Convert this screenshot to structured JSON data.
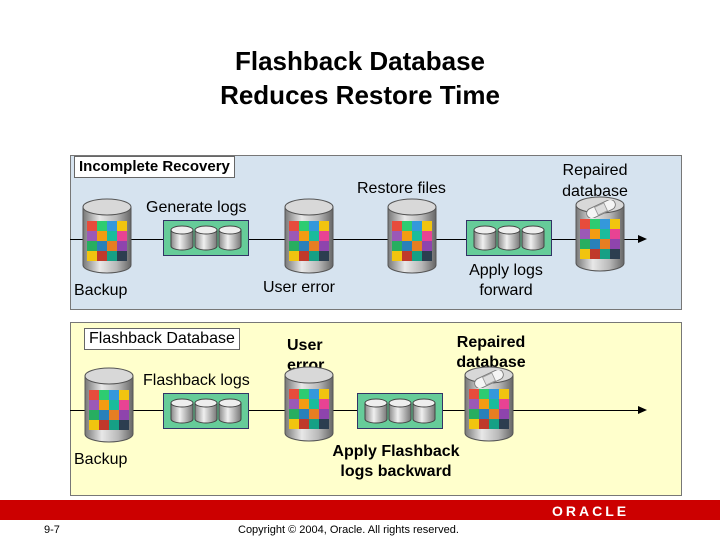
{
  "title": {
    "line1": "Flashback Database",
    "line2": "Reduces Restore Time"
  },
  "top_panel": {
    "heading": "Incomplete Recovery",
    "generate_logs": "Generate logs",
    "restore_files": "Restore files",
    "repaired_line1": "Repaired",
    "repaired_line2": "database",
    "backup": "Backup",
    "user_error": "User error",
    "apply_logs_line1": "Apply logs",
    "apply_logs_line2": "forward"
  },
  "bottom_panel": {
    "heading": "Flashback Database",
    "user_error_line1": "User",
    "user_error_line2": "error",
    "repaired_line1": "Repaired",
    "repaired_line2": "database",
    "flashback_logs": "Flashback logs",
    "backup": "Backup",
    "apply_line1": "Apply Flashback",
    "apply_line2": "logs backward"
  },
  "footer": {
    "slide_number": "9-7",
    "copyright": "Copyright © 2004, Oracle.  All rights reserved.",
    "logo": "ORACLE"
  },
  "colors": {
    "top_panel_bg": "#d6e3ef",
    "bottom_panel_bg": "#ffffcc",
    "log_strip": "#66cc99",
    "brand_red": "#cc0000"
  },
  "icons": [
    "database-cylinder-icon",
    "log-cylinder-icon",
    "puzzle-icon",
    "bandage-icon"
  ]
}
